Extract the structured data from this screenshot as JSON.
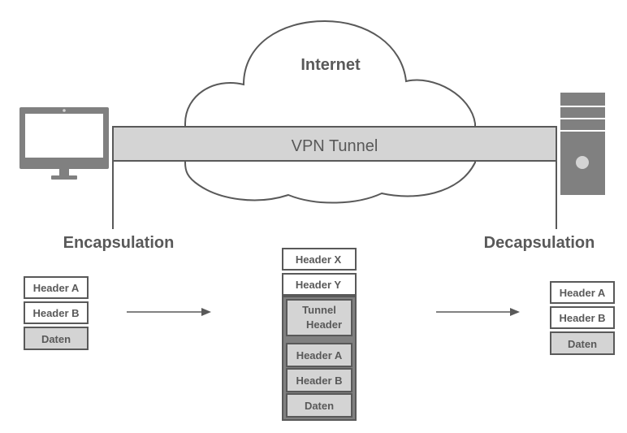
{
  "internet_label": "Internet",
  "tunnel_label": "VPN Tunnel",
  "left": {
    "title": "Encapsulation",
    "packet": [
      "Header A",
      "Header B",
      "Daten"
    ]
  },
  "middle": {
    "outer_headers": [
      "Header X",
      "Header Y"
    ],
    "tunnel_header": [
      "Tunnel",
      "Header"
    ],
    "packet": [
      "Header A",
      "Header B",
      "Daten"
    ]
  },
  "right": {
    "title": "Decapsulation",
    "packet": [
      "Header A",
      "Header B",
      "Daten"
    ]
  },
  "icons": {
    "client": "desktop-monitor-icon",
    "server": "server-tower-icon",
    "network": "cloud-icon"
  },
  "colors": {
    "stroke": "#595959",
    "fill_light": "#d4d4d4",
    "fill_dark": "#808080",
    "background": "#ffffff"
  }
}
